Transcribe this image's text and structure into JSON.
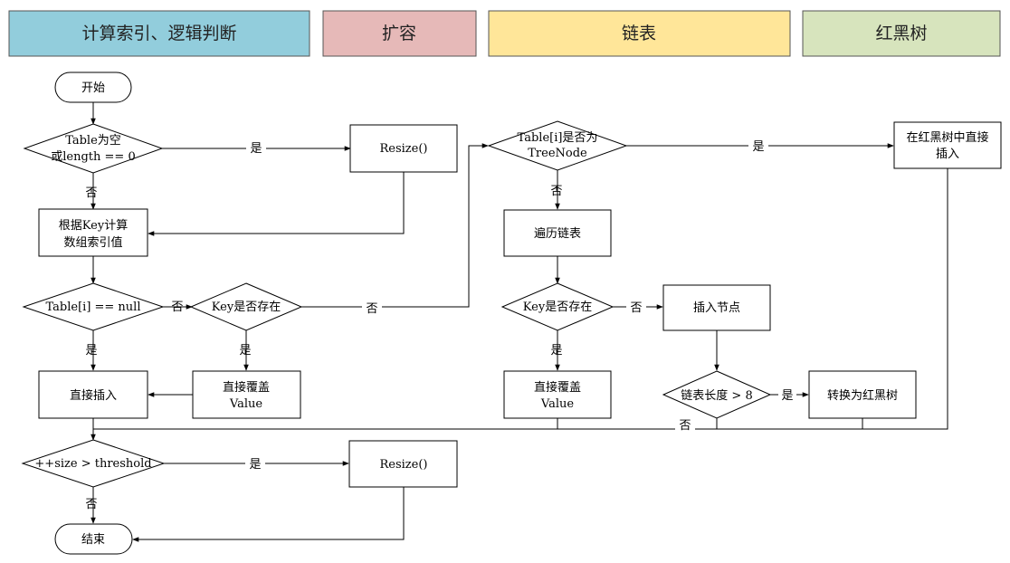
{
  "headers": [
    {
      "label": "计算索引、逻辑判断",
      "color": "#92cddc"
    },
    {
      "label": "扩容",
      "color": "#e6b9b8"
    },
    {
      "label": "链表",
      "color": "#ffe699"
    },
    {
      "label": "红黑树",
      "color": "#d7e4bd"
    }
  ],
  "nodes": {
    "start": "开始",
    "table_empty_1": "Table为空",
    "table_empty_2": "或length == 0",
    "resize_1": "Resize()",
    "calc_index_1": "根据Key计算",
    "calc_index_2": "数组索引值",
    "table_i_null": "Table[i] == null",
    "key_exists_1": "Key是否存在",
    "direct_insert": "直接插入",
    "overwrite_1a": "直接覆盖",
    "overwrite_1b": "Value",
    "size_check": "++size > threshold",
    "resize_2": "Resize()",
    "end": "结束",
    "is_treenode_1": "Table[i]是否为",
    "is_treenode_2": "TreeNode",
    "traverse_list": "遍历链表",
    "key_exists_2": "Key是否存在",
    "overwrite_2a": "直接覆盖",
    "overwrite_2b": "Value",
    "insert_node": "插入节点",
    "list_len_check": "链表长度 > 8",
    "to_rbtree": "转换为红黑树",
    "rb_insert_1": "在红黑树中直接",
    "rb_insert_2": "插入"
  },
  "edges": {
    "yes": "是",
    "no": "否"
  }
}
